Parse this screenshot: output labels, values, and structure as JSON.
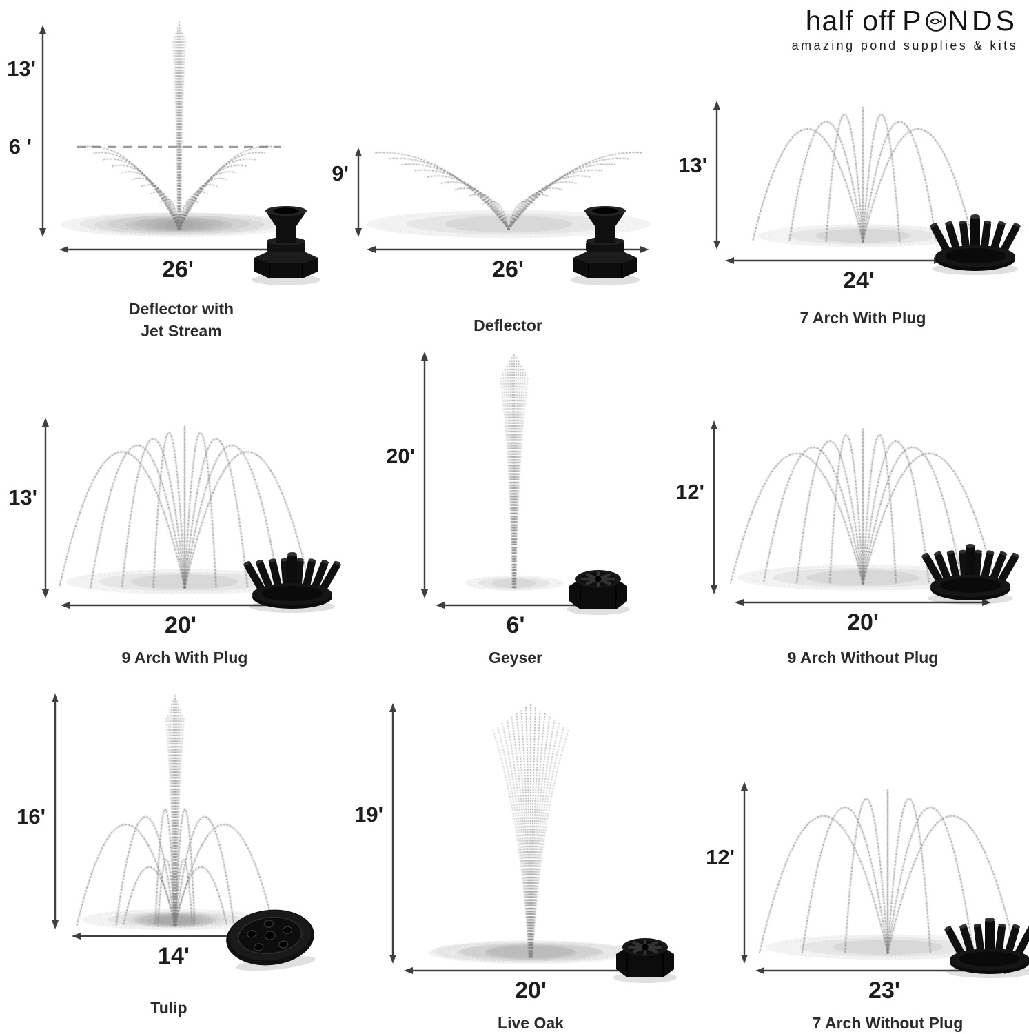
{
  "logo": {
    "word1": "half off",
    "p": "P",
    "nds": "NDS",
    "tagline": "amazing pond supplies & kits"
  },
  "cells": [
    {
      "name": "Deflector with Jet Stream",
      "height": "13'",
      "height2": "6 '",
      "width": "26'"
    },
    {
      "name": "Deflector",
      "height": "9'",
      "width": "26'"
    },
    {
      "name": "7 Arch With Plug",
      "height": "13'",
      "width": "24'"
    },
    {
      "name": "9 Arch With Plug",
      "height": "13'",
      "width": "20'"
    },
    {
      "name": "Geyser",
      "height": "20'",
      "width": "6'"
    },
    {
      "name": "9 Arch Without Plug",
      "height": "12'",
      "width": "20'"
    },
    {
      "name": "Tulip",
      "height": "16'",
      "width": "14'"
    },
    {
      "name": "Live Oak",
      "height": "19'",
      "width": "20'"
    },
    {
      "name": "7 Arch Without Plug",
      "height": "12'",
      "width": "23'"
    }
  ]
}
